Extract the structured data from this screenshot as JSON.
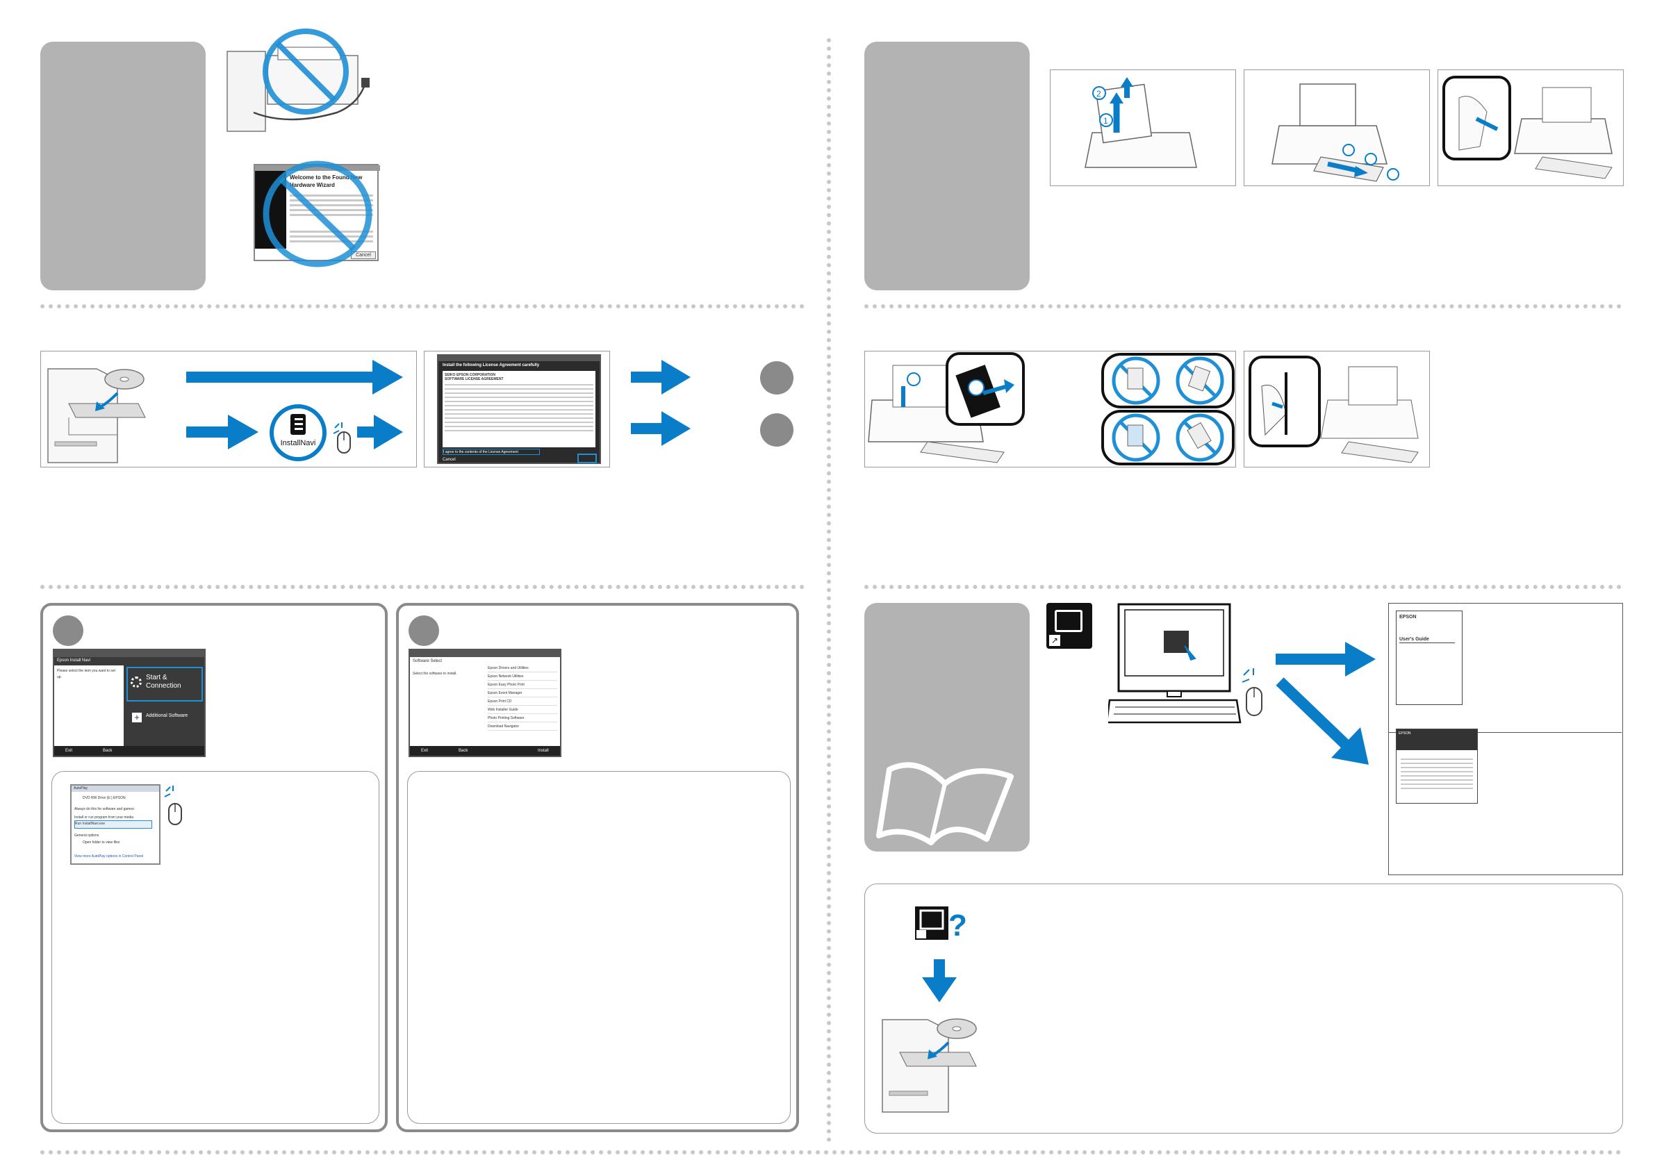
{
  "colors": {
    "accent_blue": "#0a7dc9",
    "tab_gray": "#b3b3b3",
    "dotted": "#c8c8c8",
    "prohibit_blue": "#1f8fd6"
  },
  "wizard": {
    "title": "Welcome to the Found New Hardware Wizard",
    "cancel": "Cancel"
  },
  "license": {
    "title": "Install the following License Agreement carefully",
    "heading1": "SEIKO EPSON CORPORATION",
    "heading2": "SOFTWARE LICENSE AGREEMENT",
    "agree": "I agree to the contents of the License Agreement",
    "cancel": "Cancel"
  },
  "installnavi": {
    "label": "InstallNavi"
  },
  "install_navi_screen": {
    "title": "Epson Install Navi",
    "prompt": "Please select the item you want to set up.",
    "start_connection": "Start & Connection",
    "additional_software": "Additional Software",
    "exit": "Exit",
    "back": "Back"
  },
  "autoplay": {
    "title": "AutoPlay",
    "drive": "DVD RW Drive (E:) EPSON",
    "always": "Always do this for software and games:",
    "install_header": "Install or run program from your media",
    "run": "Run InstallNavi.exe",
    "general": "General options",
    "open_folder": "Open folder to view files",
    "control_panel": "View more AutoPlay options in Control Panel"
  },
  "software_select": {
    "title": "Software Select",
    "prompt": "Select the software to install.",
    "items": [
      "Epson Drivers and Utilities",
      "Epson Network Utilities",
      "Epson Easy Photo Print",
      "Epson Event Manager",
      "Epson Print CD",
      "Web Installer Guide",
      "Photo Printing Software",
      "Download Navigator"
    ],
    "exit": "Exit",
    "back": "Back",
    "install": "Install"
  },
  "manual": {
    "brand": "EPSON",
    "users_guide": "User's Guide"
  },
  "icons": [
    "cd-icon",
    "prohibit-icon",
    "arrow-right-icon",
    "arrow-down-icon",
    "mouse-icon",
    "manual-shortcut-icon",
    "help-shortcut-icon",
    "book-icon",
    "printer-icon",
    "computer-icon"
  ]
}
